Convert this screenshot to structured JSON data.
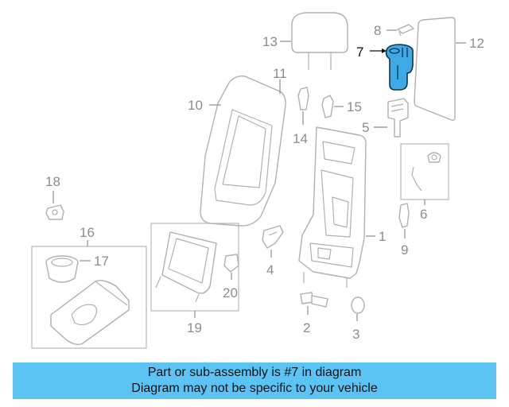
{
  "callouts": {
    "c1": "1",
    "c2": "2",
    "c3": "3",
    "c4": "4",
    "c5": "5",
    "c6": "6",
    "c7": "7",
    "c8": "8",
    "c9": "9",
    "c10": "10",
    "c11": "11",
    "c12": "12",
    "c13": "13",
    "c14": "14",
    "c15": "15",
    "c16": "16",
    "c17": "17",
    "c18": "18",
    "c19": "19",
    "c20": "20"
  },
  "highlighted_part": "7",
  "colors": {
    "highlight_fill": "#3fa9e6",
    "highlight_stroke": "#0d3550",
    "banner": "#5bc4f5",
    "line_gray": "#b0b0b0"
  },
  "caption": {
    "line1": "Part or sub-assembly is #7 in diagram",
    "line2": "Diagram may not be specific to your vehicle"
  }
}
